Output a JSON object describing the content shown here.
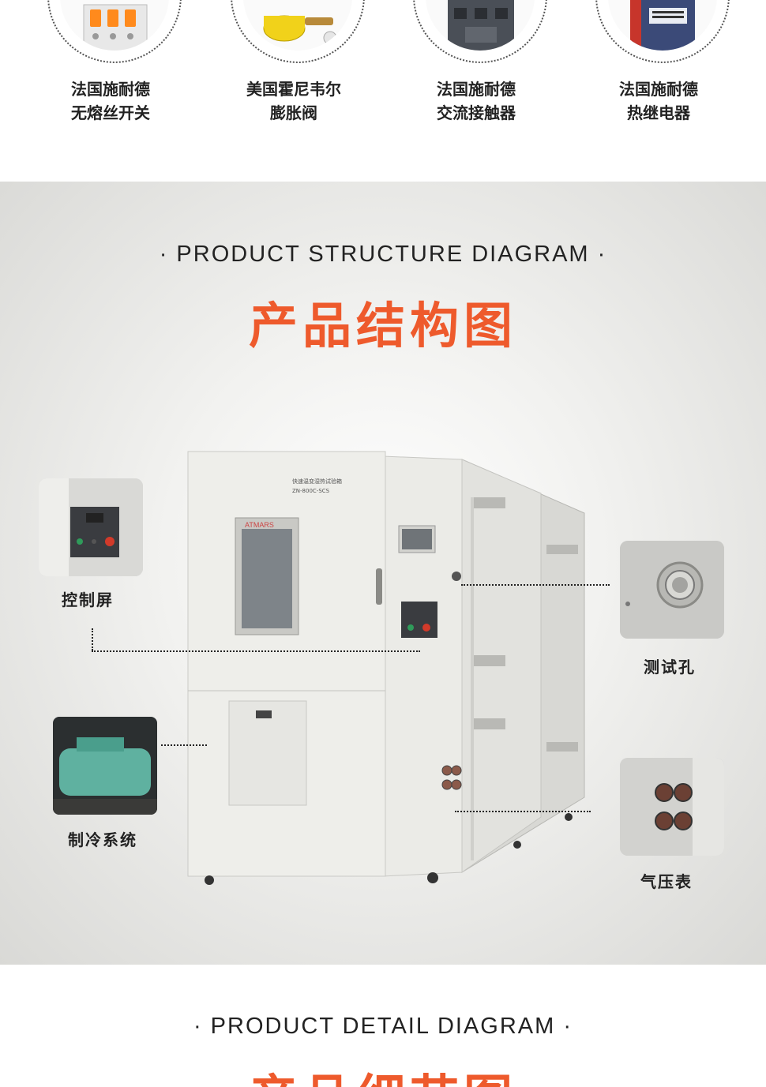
{
  "components": [
    {
      "line1": "法国施耐德",
      "line2": "无熔丝开关",
      "icon": "circuit-breaker-icon"
    },
    {
      "line1": "美国霍尼韦尔",
      "line2": "膨胀阀",
      "icon": "expansion-valve-icon"
    },
    {
      "line1": "法国施耐德",
      "line2": "交流接触器",
      "icon": "contactor-icon"
    },
    {
      "line1": "法国施耐德",
      "line2": "热继电器",
      "icon": "thermal-relay-icon"
    }
  ],
  "structure": {
    "title_en": "· PRODUCT STRUCTURE DIAGRAM ·",
    "title_cn": "产品结构图",
    "machine": {
      "brand": "ATMARS",
      "label_line1": "快速温变湿热试验箱",
      "label_line2": "ZN-800C-SCS"
    },
    "callouts": {
      "control_screen": "控制屏",
      "test_hole": "测试孔",
      "refrigeration": "制冷系统",
      "pressure_gauge": "气压表"
    }
  },
  "detail": {
    "title_en": "· PRODUCT DETAIL DIAGRAM ·",
    "title_cn": "产品细节图"
  },
  "colors": {
    "accent": "#ee5a2c",
    "text": "#222222",
    "panel": "#ecebe6"
  }
}
